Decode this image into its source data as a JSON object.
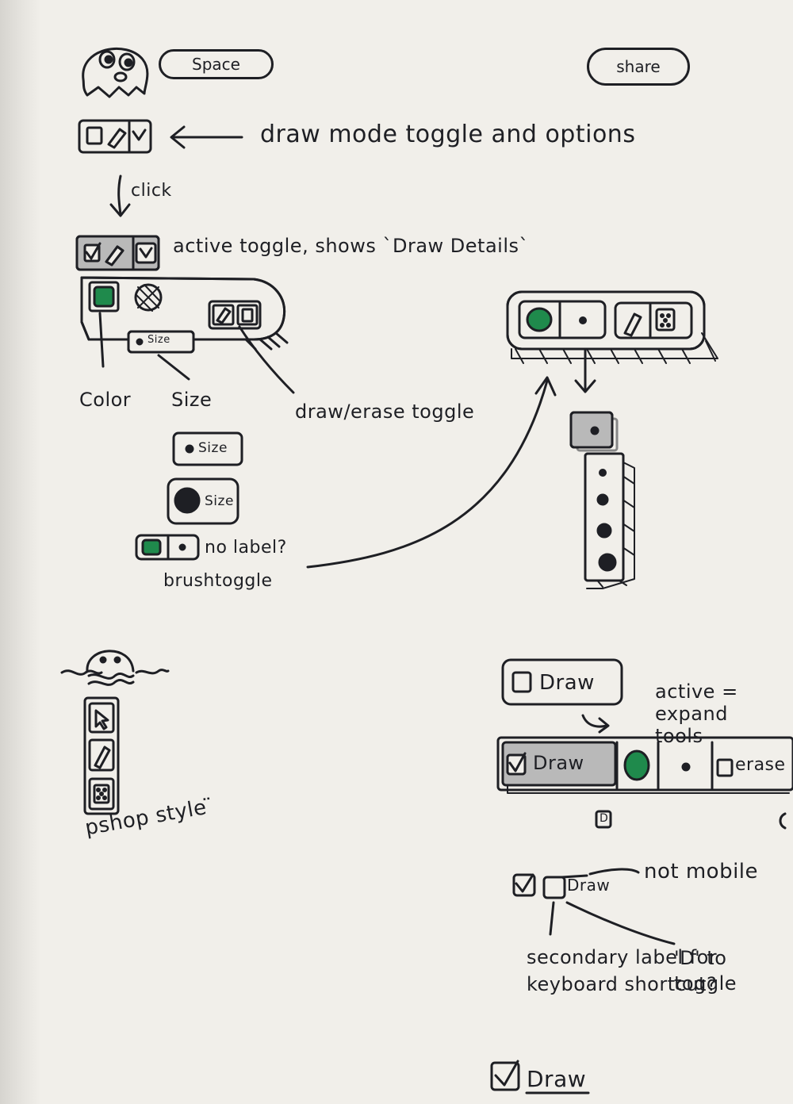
{
  "top": {
    "space_label": "Space",
    "share_label": "share"
  },
  "annotations": {
    "draw_mode": "draw mode toggle and options",
    "click": "click",
    "active_toggle": "active toggle, shows `Draw Details`",
    "color": "Color",
    "size": "Size",
    "draw_erase": "draw/erase toggle",
    "no_label": "no label?",
    "brush_toggle": "brushtoggle",
    "pshop": "pshop style ̈",
    "active_expand": "active = expand tools",
    "not_mobile": "not mobile",
    "secondary_label": "secondary label for keyboard shortcut?",
    "d_to_toggle": "'D' to toggle"
  },
  "widgets": {
    "size_small": "Size",
    "size_large": "Size",
    "size_in_panel": "Size",
    "draw_button": "Draw",
    "draw_active": "Draw",
    "erase_label": "erase",
    "draw_shortcut_label": "Draw",
    "shortcut_key": "D",
    "draw_bottom": "Draw"
  },
  "colors": {
    "green": "#1f8a4c",
    "grey_active": "#b9b9b9",
    "ink": "#1e1f24",
    "paper": "#f1efea"
  },
  "icons": [
    "ghost-icon",
    "checkbox-icon",
    "pencil-icon",
    "chevron-down-icon",
    "eraser-icon",
    "cursor-icon",
    "dot-icon"
  ]
}
